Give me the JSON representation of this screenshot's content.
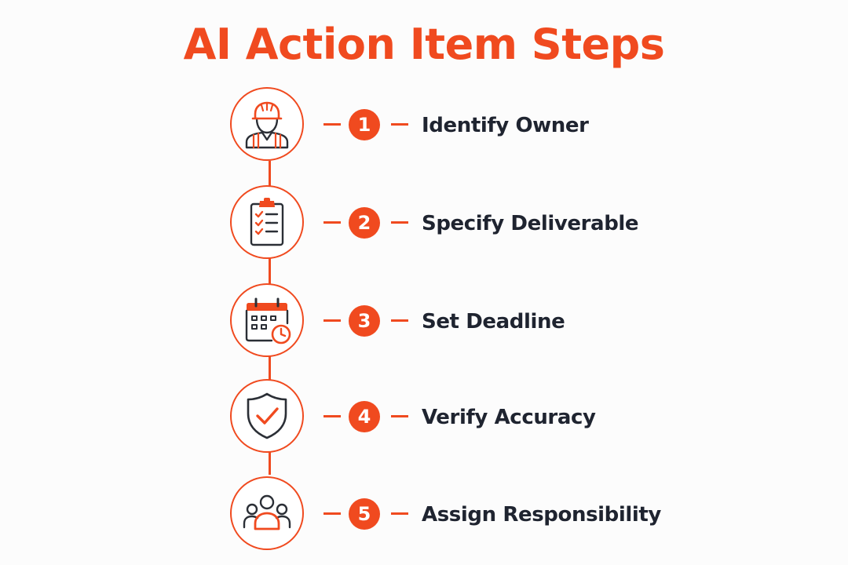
{
  "title": "AI Action Item Steps",
  "colors": {
    "accent": "#f04a1f",
    "text": "#1f2430",
    "icon_stroke": "#2b2f36",
    "background": "#fcfcfc"
  },
  "steps": [
    {
      "number": "1",
      "label": "Identify Owner",
      "icon": "construction-worker-icon"
    },
    {
      "number": "2",
      "label": "Specify Deliverable",
      "icon": "clipboard-checklist-icon"
    },
    {
      "number": "3",
      "label": "Set Deadline",
      "icon": "calendar-clock-icon"
    },
    {
      "number": "4",
      "label": "Verify Accuracy",
      "icon": "shield-check-icon"
    },
    {
      "number": "5",
      "label": "Assign Responsibility",
      "icon": "team-group-icon"
    }
  ]
}
